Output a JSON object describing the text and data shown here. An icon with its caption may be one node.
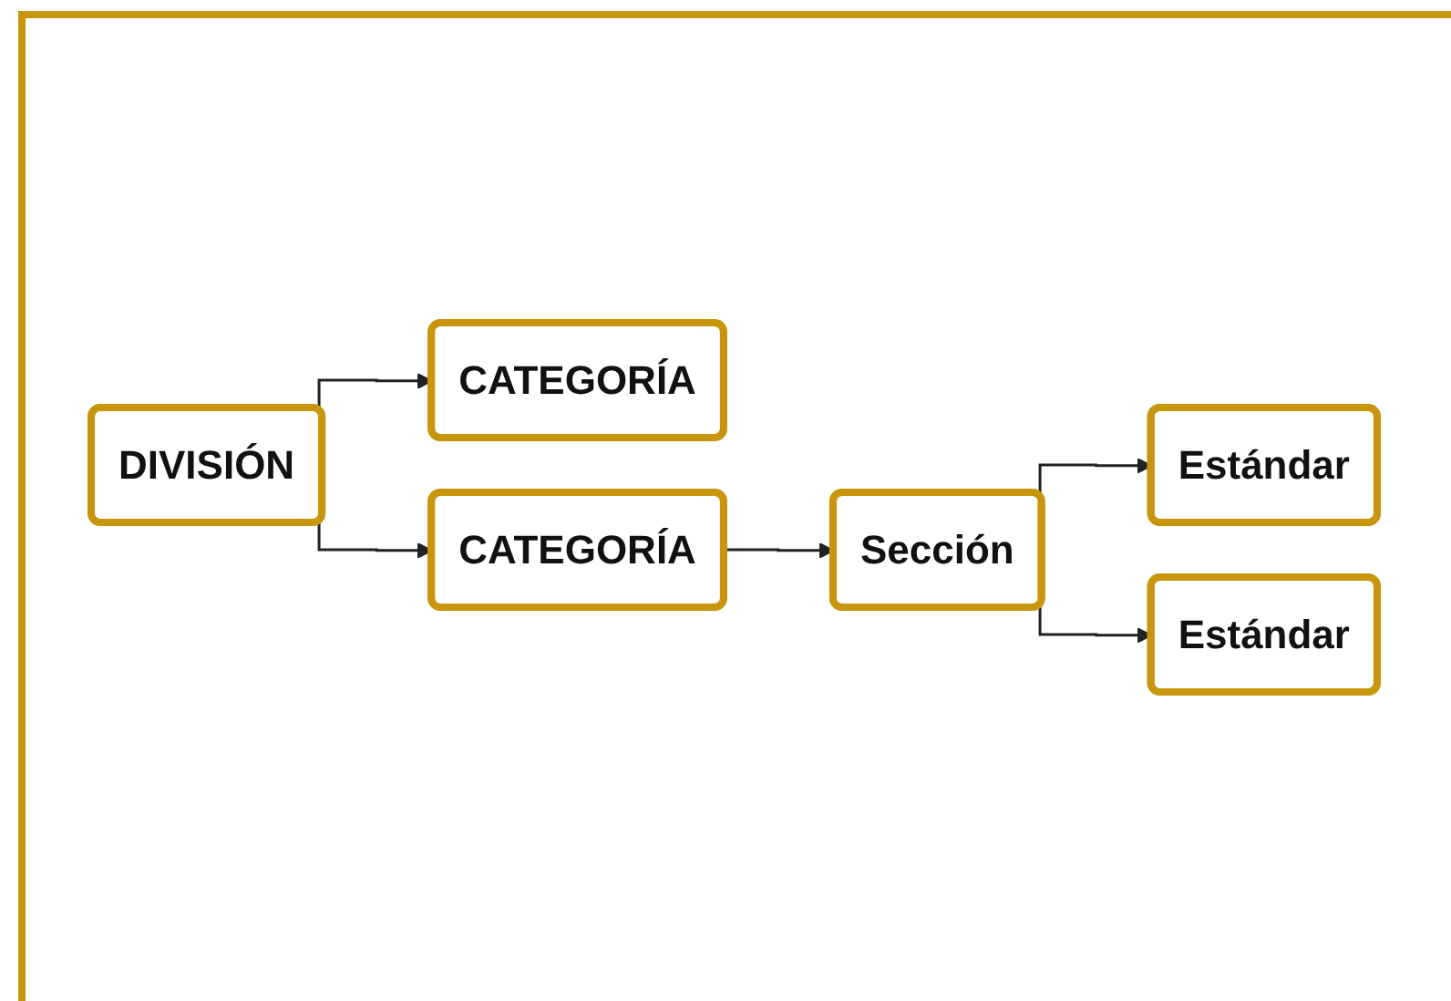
{
  "diagram": {
    "nodes": [
      {
        "text": [
          "DIVISIÓN"
        ]
      },
      {
        "text": [
          "CATEGORÍA"
        ]
      },
      {
        "text": [
          "CATEGORÍA"
        ]
      },
      {
        "text": [
          "Sección"
        ]
      },
      {
        "text": [
          "Estándar"
        ]
      },
      {
        "text": [
          "Estándar"
        ]
      }
    ],
    "edges": [
      {
        "from": 0,
        "to": 1,
        "arrow": "to"
      },
      {
        "from": 0,
        "to": 2,
        "arrow": "to"
      },
      {
        "from": 2,
        "to": 3,
        "arrow": "to"
      },
      {
        "from": 3,
        "to": 4,
        "arrow": "to"
      },
      {
        "from": 3,
        "to": 5,
        "arrow": "to"
      }
    ]
  }
}
